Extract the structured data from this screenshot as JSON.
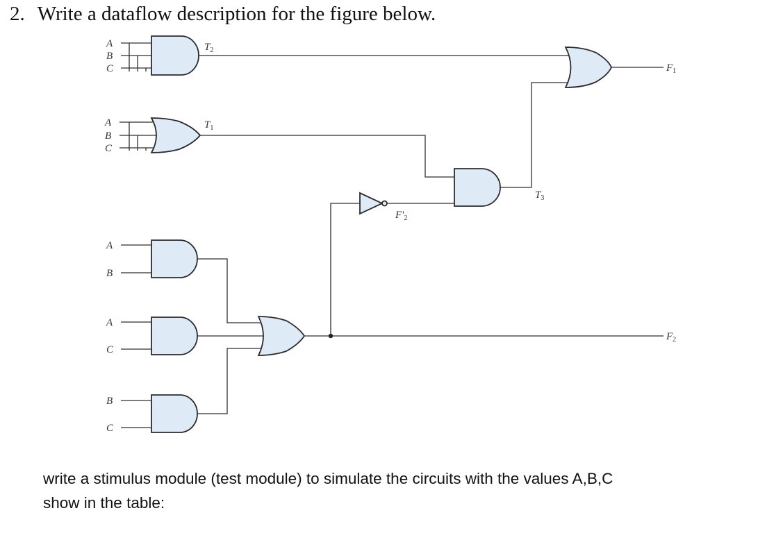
{
  "question": {
    "number": "2.",
    "text": "Write a dataflow description for the figure below."
  },
  "circuit": {
    "inputs": {
      "g1": [
        "A",
        "B",
        "C"
      ],
      "g2": [
        "A",
        "B",
        "C"
      ],
      "g3": [
        "A",
        "B"
      ],
      "g4": [
        "A",
        "C"
      ],
      "g5": [
        "B",
        "C"
      ]
    },
    "signals": {
      "t2": {
        "base": "T",
        "sub": "2"
      },
      "t1": {
        "base": "T",
        "sub": "1"
      },
      "t3": {
        "base": "T",
        "sub": "3"
      },
      "f2n": {
        "base": "F′",
        "sub": "2"
      },
      "f1": {
        "base": "F",
        "sub": "1"
      },
      "f2": {
        "base": "F",
        "sub": "2"
      }
    },
    "colors": {
      "gate_fill": "#dfeaf7",
      "wire": "#2f2f2f"
    }
  },
  "instruction": {
    "line1": "write a stimulus module (test module) to simulate the circuits with the values A,B,C",
    "line2": "show in the table:"
  }
}
